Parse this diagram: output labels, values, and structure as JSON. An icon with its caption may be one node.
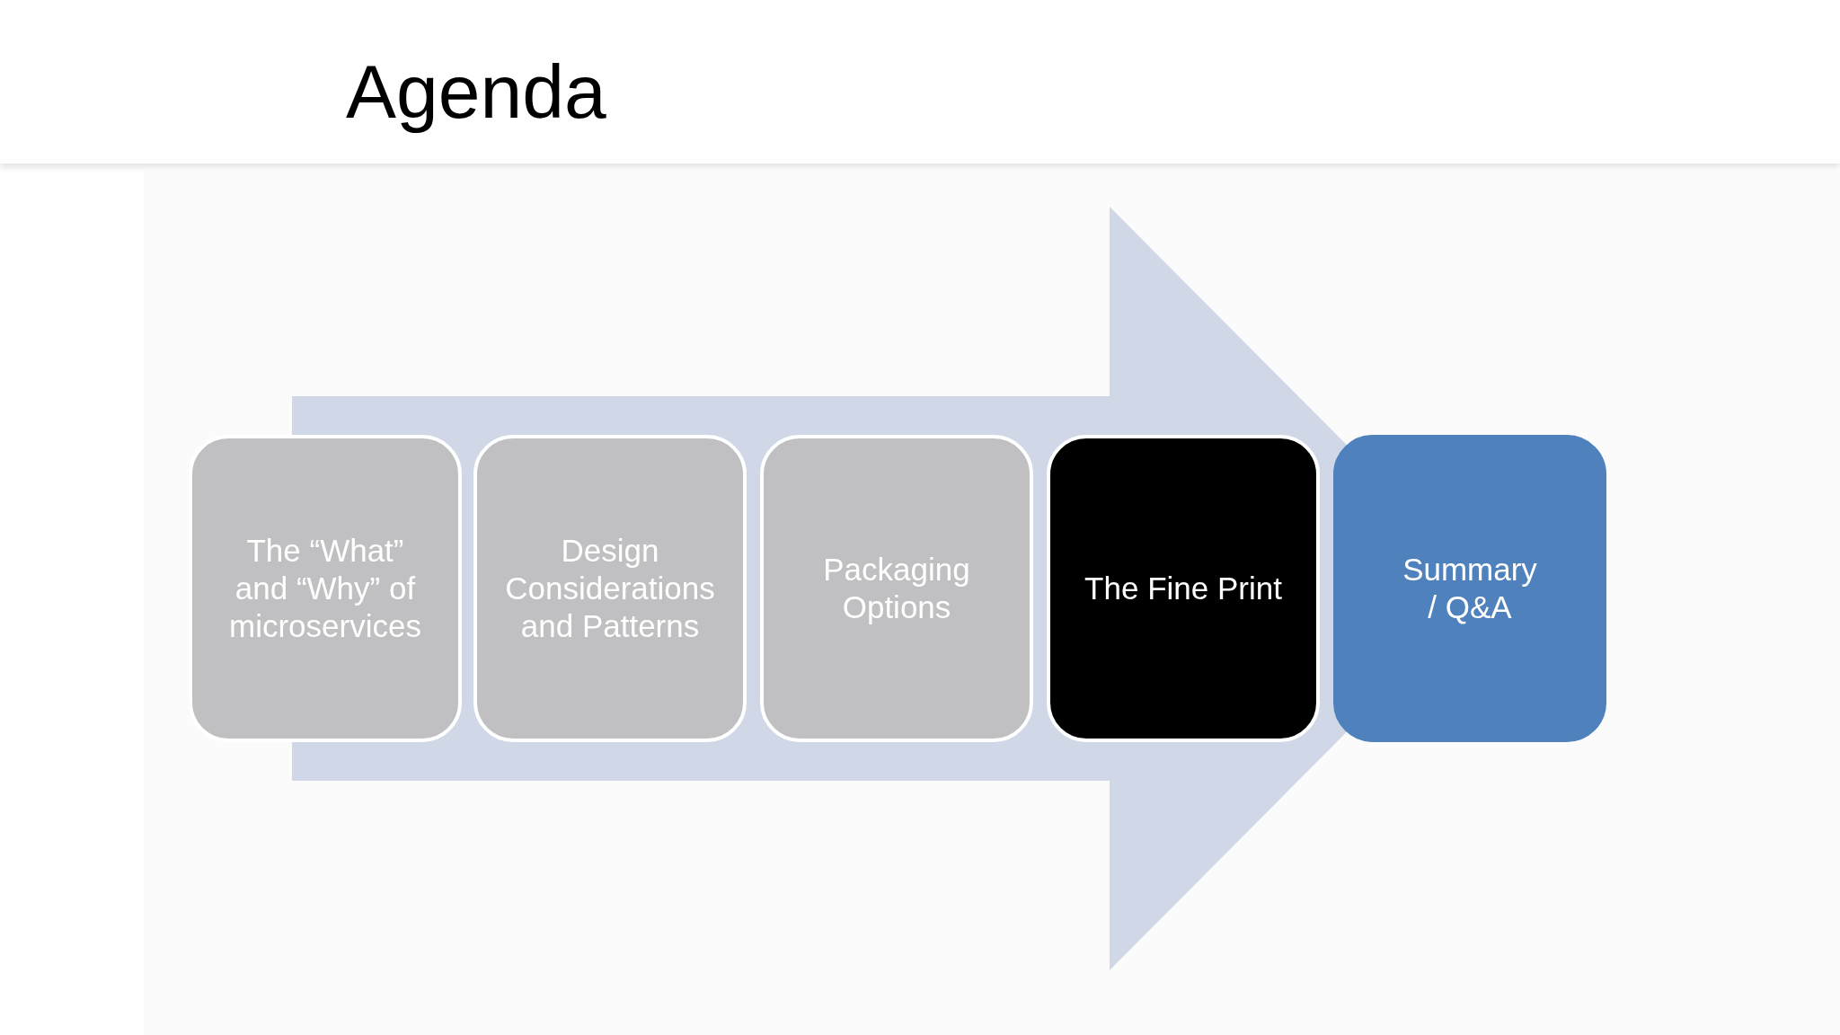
{
  "diagram": {
    "title": "Agenda",
    "nodes": [
      {
        "text": [
          "The “What” and “Why” of microservices"
        ]
      },
      {
        "text": [
          "Design Considerations and Patterns"
        ]
      },
      {
        "text": [
          "Packaging Options"
        ]
      },
      {
        "text": [
          "The Fine Print"
        ]
      },
      {
        "text": [
          "Summary / Q&A"
        ]
      }
    ],
    "edges": [
      {
        "from": 0,
        "to": 4,
        "arrow": "to"
      }
    ]
  }
}
